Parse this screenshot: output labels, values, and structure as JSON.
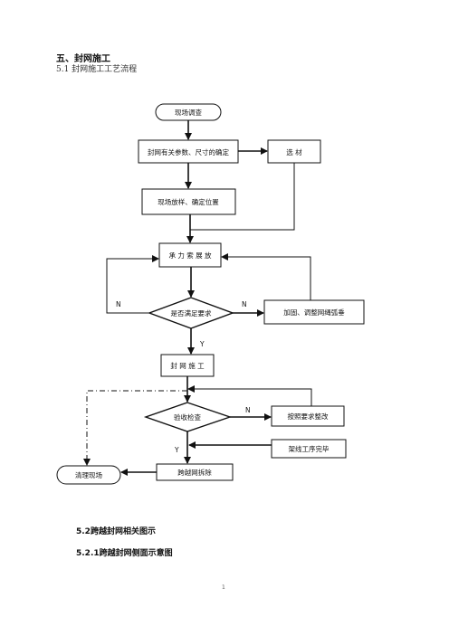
{
  "headings": {
    "section": "五、封网施工",
    "subsection": "5.1  封网施工工艺流程",
    "sub_52": "5.2跨越封网相关图示",
    "sub_521": "5.2.1跨越封网侧面示意图"
  },
  "page_number": "1",
  "flowchart": {
    "site_survey": "现场调查",
    "params": "封网有关参数、尺寸的确定",
    "materials": "选    材",
    "layout": "现场放样、确定位置",
    "loadtest": "承 力 索 展 放",
    "decision_req": "是否满足要求",
    "reinforce": "加固、调整网绳弧垂",
    "construction": "封 网 施 工",
    "inspection": "验收检查",
    "rectify": "按照要求整改",
    "wiring_done": "架线工序完毕",
    "dismantle": "跨越网拆除",
    "cleanup": "清理现场",
    "label_n_left": "N",
    "label_n_right": "N",
    "label_y1": "Y",
    "label_n_inspect": "N",
    "label_y2": "Y"
  }
}
